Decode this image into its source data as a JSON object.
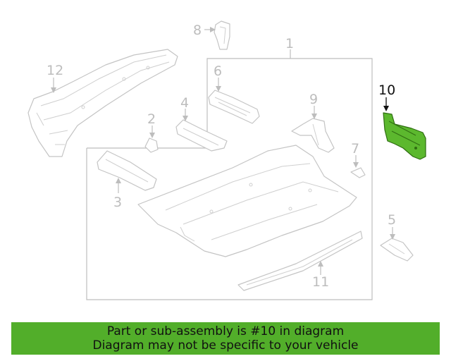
{
  "diagram": {
    "callouts": {
      "c1": "1",
      "c2": "2",
      "c3": "3",
      "c4": "4",
      "c5": "5",
      "c6": "6",
      "c7": "7",
      "c8": "8",
      "c9": "9",
      "c10": "10",
      "c11": "11",
      "c12": "12"
    },
    "highlighted_part": "10",
    "colors": {
      "highlight": "#5cb82e",
      "line_art": "#c4c4c4",
      "banner": "#52ae2a"
    }
  },
  "banner": {
    "line1": "Part or sub-assembly is #10 in diagram",
    "line2": "Diagram may not be specific to your vehicle"
  }
}
